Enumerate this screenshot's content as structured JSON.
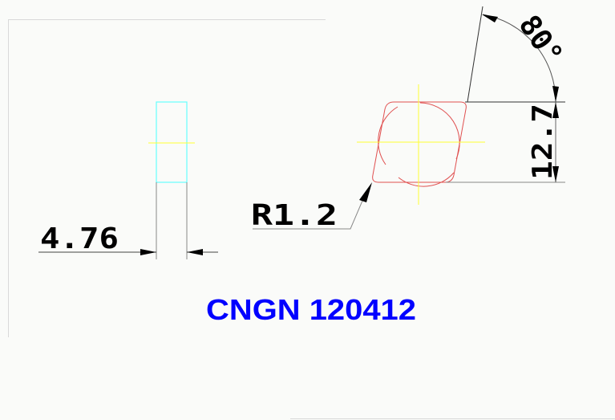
{
  "drawing": {
    "insert_designation": "CNGN 120412",
    "colors": {
      "background": "#fafbf9",
      "frame": "#d9d9d9",
      "side_view_outline": "#66ffff",
      "top_view_outline": "#e05050",
      "centerline": "#ffff33",
      "dimension_line": "#000000",
      "extension_line": "#888888",
      "title": "#0000ff"
    },
    "side_view": {
      "thickness_label": "4.76"
    },
    "top_view": {
      "corner_radius_label": "R1.2",
      "inscribed_circle_label": "12.7",
      "angle_label": "80°"
    }
  }
}
